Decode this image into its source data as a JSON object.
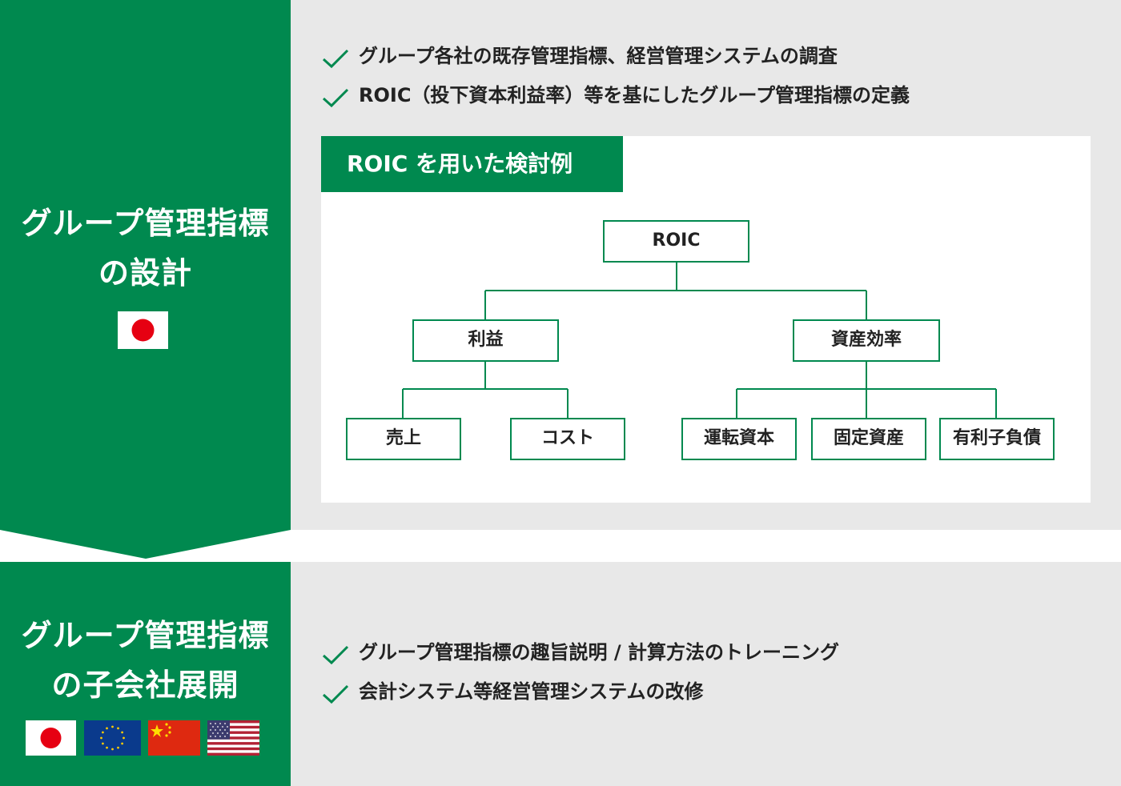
{
  "top_section": {
    "title_line1": "グループ管理指標",
    "title_line2": "の設計",
    "bullets": [
      "グループ各社の既存管理指標、経営管理システムの調査",
      "ROIC（投下資本利益率）等を基にしたグループ管理指標の定義"
    ],
    "example_label": "ROIC を用いた検討例"
  },
  "tree": {
    "root": "ROIC",
    "profit": "利益",
    "asset_efficiency": "資産効率",
    "sales": "売上",
    "cost": "コスト",
    "working_capital": "運転資本",
    "fixed_assets": "固定資産",
    "interest_bearing_debt": "有利子負債"
  },
  "bottom_section": {
    "title_line1": "グループ管理指標",
    "title_line2": "の子会社展開",
    "bullets": [
      "グループ管理指標の趣旨説明 / 計算方法のトレーニング",
      "会計システム等経営管理システムの改修"
    ]
  },
  "flags": {
    "top": [
      "japan-flag"
    ],
    "bottom": [
      "japan-flag",
      "eu-flag",
      "china-flag",
      "usa-flag"
    ]
  },
  "colors": {
    "green": "#00894f",
    "gray": "#e8e8e8",
    "text": "#222222"
  }
}
